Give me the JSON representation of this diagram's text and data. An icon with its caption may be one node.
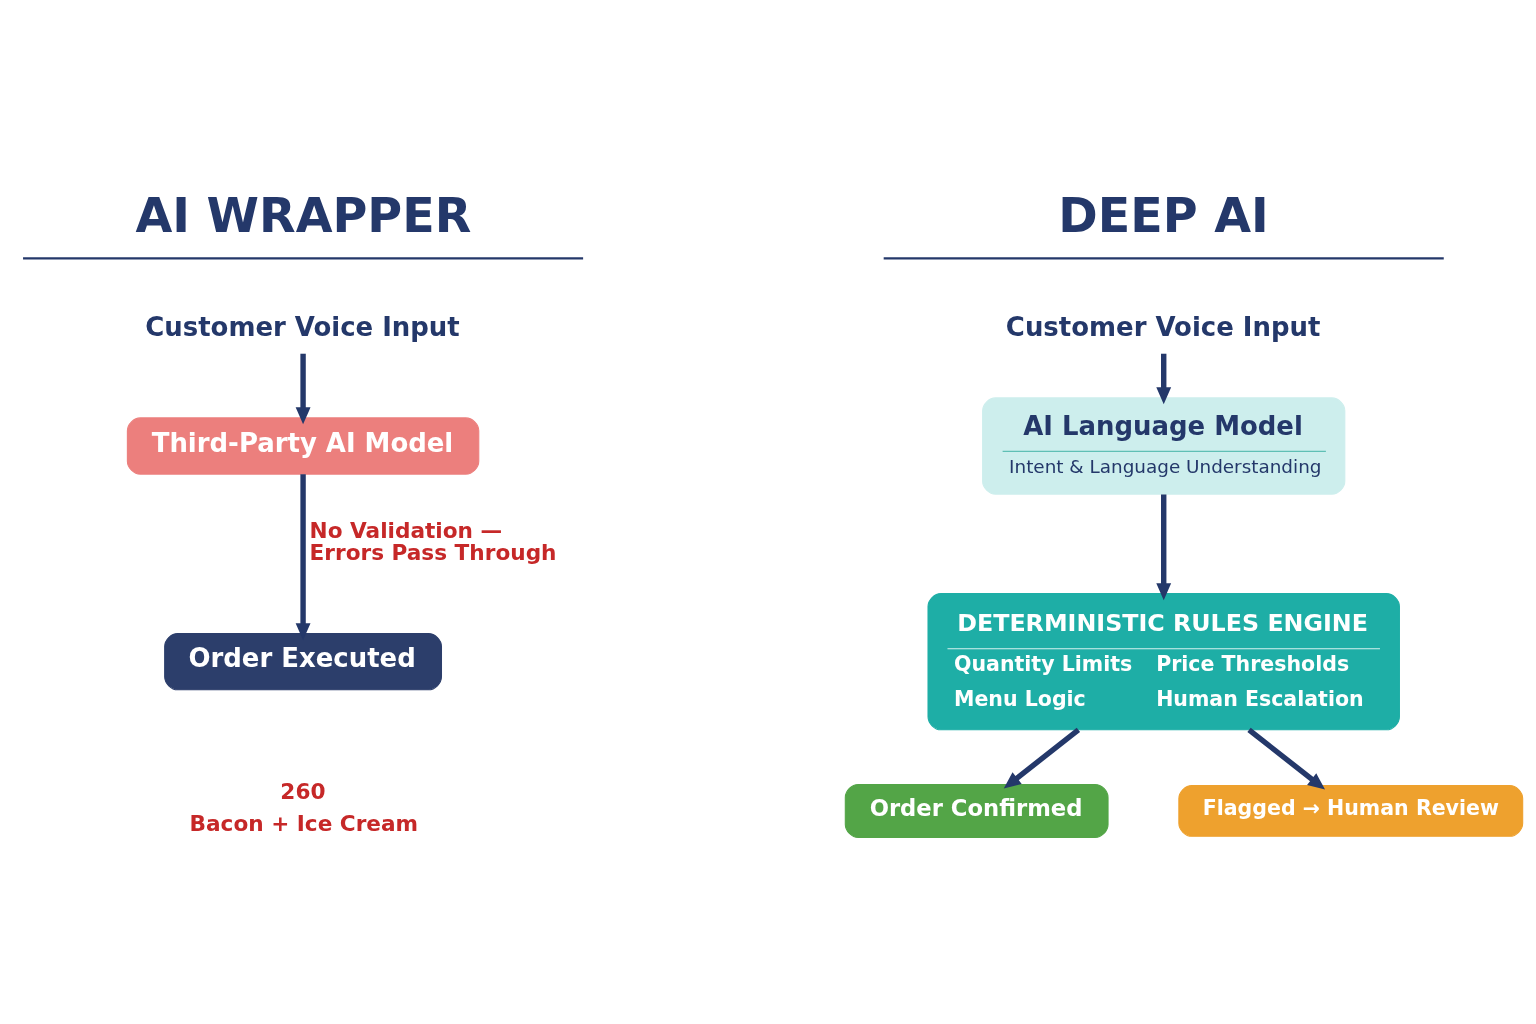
{
  "diagram": {
    "nodes": [
      {
        "text": [
          "Customer Voice Input"
        ]
      },
      {
        "text": [
          "Third-Party AI Model"
        ]
      },
      {
        "text": [
          "Order Executed"
        ],
        "beside": [
          "260",
          "Bacon + Ice Cream"
        ]
      },
      {
        "text": [
          "Customer Voice Input"
        ]
      },
      {
        "text": [
          "AI Language Model",
          "Intent & Language Understanding"
        ]
      },
      {
        "text": [
          "DETERMINISTIC RULES ENGINE",
          "Quantity Limits",
          "Price Thresholds",
          "Menu Logic",
          "Human Escalation"
        ]
      },
      {
        "text": [
          "Order Confirmed"
        ]
      },
      {
        "text": [
          "Flagged → Human Review"
        ]
      }
    ],
    "edges": [
      {
        "from": 0,
        "to": 1,
        "arrow": "to"
      },
      {
        "from": 1,
        "to": 2,
        "arrow": "to",
        "label": "No Validation — Errors Pass Through"
      },
      {
        "from": 3,
        "to": 4,
        "arrow": "to"
      },
      {
        "from": 4,
        "to": 5,
        "arrow": "to"
      },
      {
        "from": 5,
        "to": 6,
        "arrow": "to"
      },
      {
        "from": 5,
        "to": 7,
        "arrow": "to"
      }
    ],
    "labels": [
      "AI WRAPPER",
      "DEEP AI"
    ]
  }
}
